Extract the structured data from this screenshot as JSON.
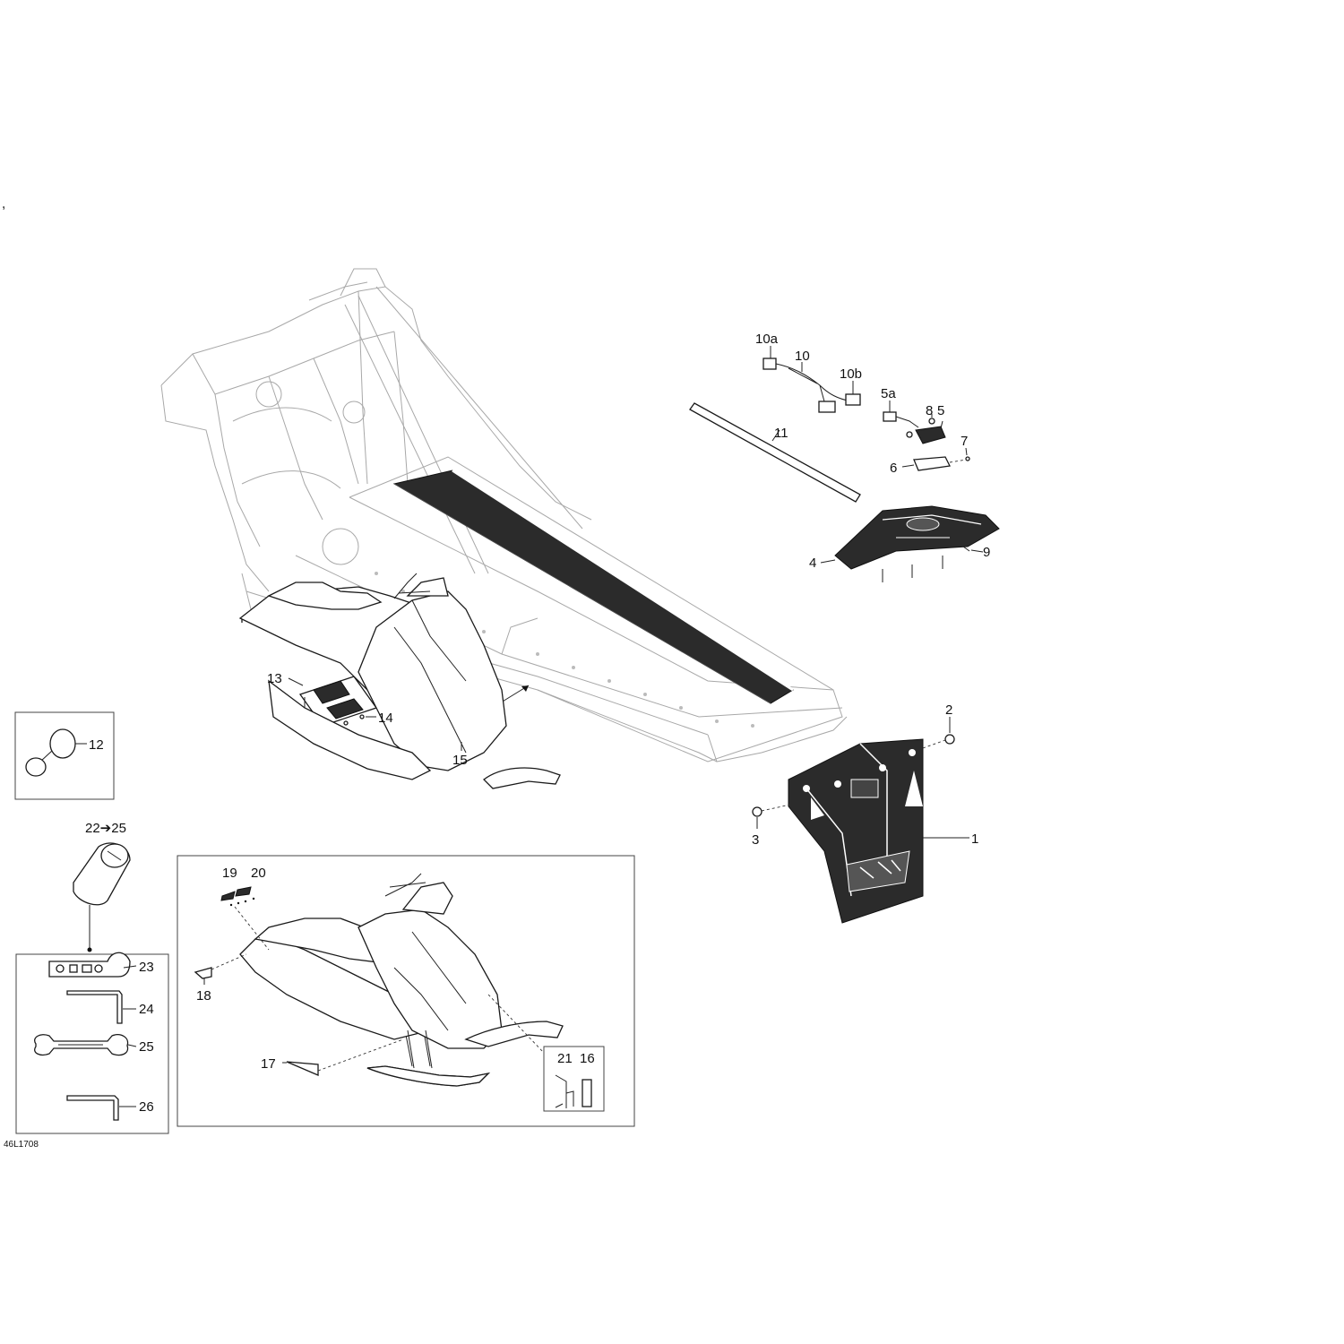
{
  "reference_code": "46L1708",
  "stray_mark": ",",
  "callouts": {
    "c1": "1",
    "c2": "2",
    "c3": "3",
    "c4": "4",
    "c5": "5",
    "c5a": "5a",
    "c6": "6",
    "c7": "7",
    "c8": "8",
    "c9": "9",
    "c10": "10",
    "c10a": "10a",
    "c10b": "10b",
    "c11": "11",
    "c12": "12",
    "c13": "13",
    "c14": "14",
    "c15": "15",
    "c16": "16",
    "c17": "17",
    "c18": "18",
    "c19": "19",
    "c20": "20",
    "c21": "21",
    "c22_25": "22➔25",
    "c23": "23",
    "c24": "24",
    "c25": "25",
    "c26": "26"
  },
  "colors": {
    "line": "#222222",
    "ghost": "#a8a8a8",
    "dark": "#2b2b2b"
  }
}
